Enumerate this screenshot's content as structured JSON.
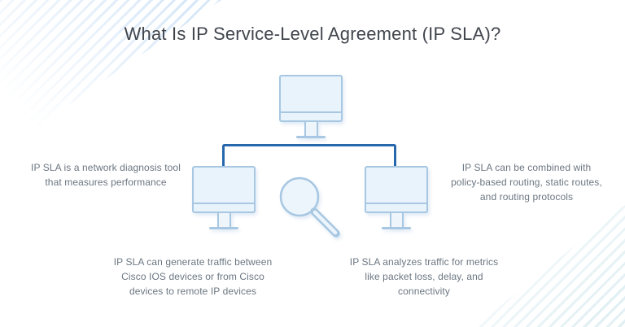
{
  "page": {
    "title": "What Is IP Service-Level Agreement (IP SLA)?"
  },
  "diagram": {
    "icons": {
      "top_device": "desktop-computer",
      "left_device": "desktop-computer",
      "right_device": "desktop-computer",
      "center": "magnifying-glass",
      "connector": "bracket-top-down"
    }
  },
  "notes": {
    "left": {
      "lines": [
        "IP SLA is a network diagnosis tool",
        "that measures performance"
      ]
    },
    "right": {
      "lines": [
        "IP SLA can be combined with",
        "policy-based routing, static routes,",
        "and routing protocols"
      ]
    },
    "bottom_left": {
      "lines": [
        "IP SLA can generate traffic between",
        "Cisco IOS devices or from Cisco",
        "devices to remote IP devices"
      ]
    },
    "bottom_right": {
      "lines": [
        "IP SLA analyzes traffic for metrics",
        "like packet loss, delay, and",
        "connectivity"
      ]
    }
  },
  "colors": {
    "accent_blue": "#2767ab",
    "device_border": "#a7c7e2",
    "device_fill": "#e9f3fb",
    "stripe_blue": "#d7e7f8",
    "stripe_teal": "#ddedf2",
    "title_text": "#41464d",
    "body_text": "#6b7681"
  }
}
